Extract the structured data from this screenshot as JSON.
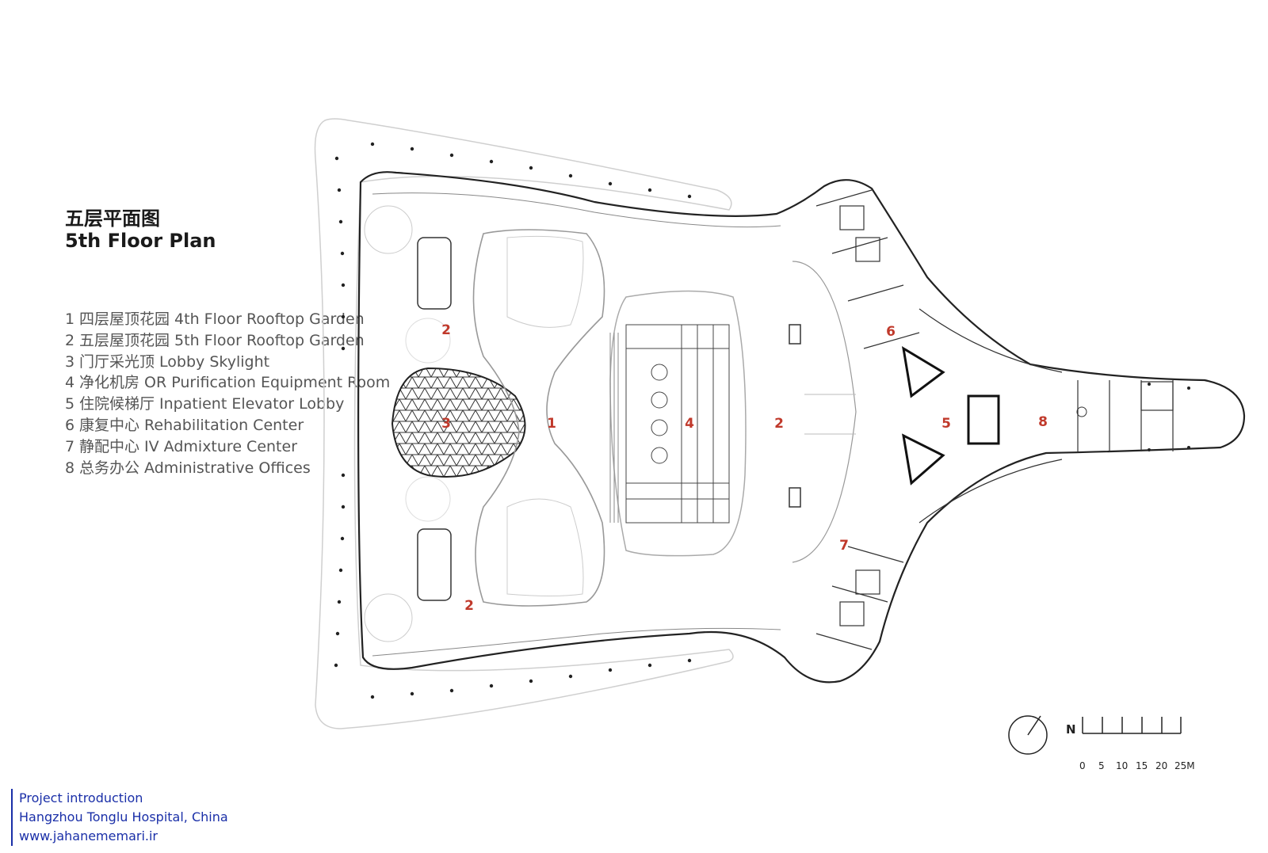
{
  "title": {
    "cn": "五层平面图",
    "en": "5th Floor Plan"
  },
  "legend": [
    {
      "num": "1",
      "text": "四层屋顶花园  4th Floor  Rooftop Garden"
    },
    {
      "num": "2",
      "text": "五层屋顶花园 5th Floor Rooftop Garden"
    },
    {
      "num": "3",
      "text": "门厅采光顶 Lobby Skylight"
    },
    {
      "num": "4",
      "text": "净化机房  OR Purification Equipment Room"
    },
    {
      "num": "5",
      "text": "住院候梯厅 Inpatient Elevator Lobby"
    },
    {
      "num": "6",
      "text": "康复中心 Rehabilitation Center"
    },
    {
      "num": "7",
      "text": "静配中心 IV Admixture Center"
    },
    {
      "num": "8",
      "text": "总务办公 Administrative Offices"
    }
  ],
  "plan_labels": [
    "2",
    "3",
    "1",
    "4",
    "2",
    "2",
    "6",
    "5",
    "8",
    "7"
  ],
  "label_color": "#c0392b",
  "north_label": "N",
  "scale_labels": [
    "0",
    "5",
    "10",
    "15",
    "20",
    "25M"
  ],
  "footer": {
    "line1": "Project introduction",
    "line2": "Hangzhou Tonglu Hospital, China",
    "line3": "www.jahanememari.ir"
  }
}
